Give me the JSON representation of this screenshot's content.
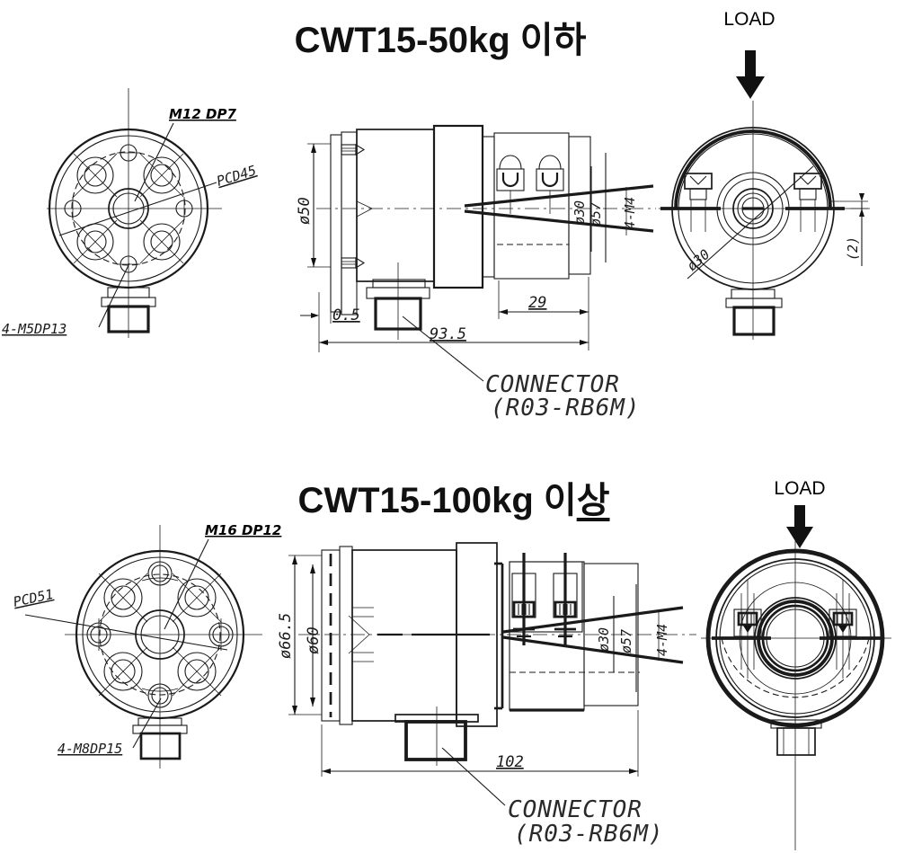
{
  "page": {
    "background": "#ffffff",
    "line_color": "#1a1a1a"
  },
  "sections": [
    {
      "id": "cwt15-50kg",
      "title": "CWT15-50kg 이하",
      "title_underlined": "",
      "load_label": "LOAD",
      "front_view": {
        "thread_label": "M12 DP7",
        "pcd_label": "PCD45",
        "mount_holes_label": "4-M5DP13"
      },
      "side_view": {
        "body_diameter": "ø50",
        "flange_offset": "0.5",
        "cover_length": "29",
        "total_length": "93.5",
        "inner_diameter": "ø30",
        "cover_diameter": "ø57",
        "cover_screws": "4-M4"
      },
      "rear_view": {
        "center_diameter": "ø30",
        "offset_dim": "(2)"
      },
      "connector": {
        "line1": "CONNECTOR",
        "line2": "(R03-RB6M)"
      }
    },
    {
      "id": "cwt15-100kg",
      "title": "CWT15-100kg 이",
      "title_underlined": "상",
      "load_label": "LOAD",
      "front_view": {
        "thread_label": "M16 DP12",
        "pcd_label": "PCD51",
        "mount_holes_label": "4-M8DP15"
      },
      "side_view": {
        "flange_diameter": "ø66.5",
        "body_diameter": "ø60",
        "total_length": "102",
        "inner_diameter": "ø30",
        "cover_diameter": "ø57",
        "cover_screws": "4-M4"
      },
      "connector": {
        "line1": "CONNECTOR",
        "line2": "(R03-RB6M)"
      }
    }
  ]
}
